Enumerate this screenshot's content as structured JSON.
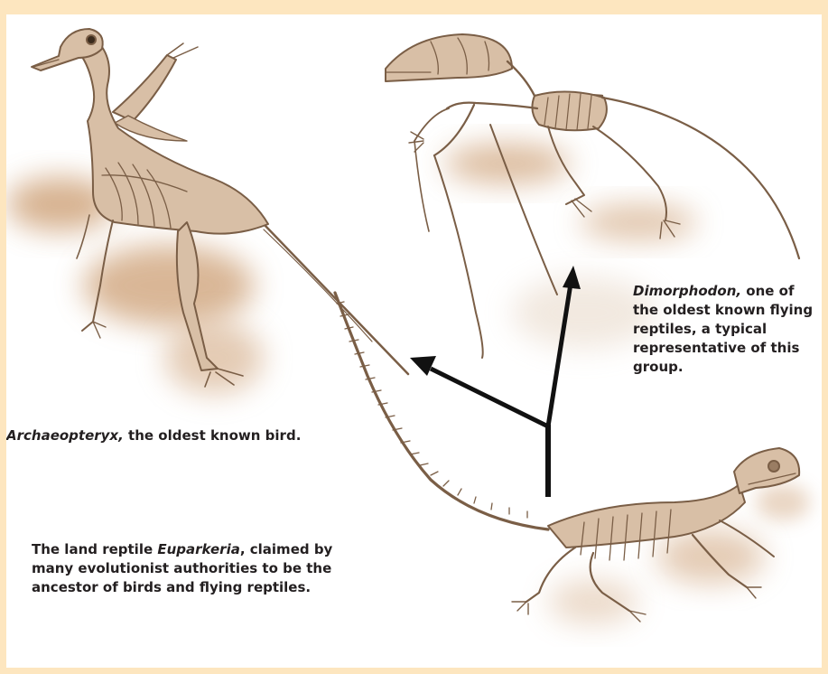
{
  "colors": {
    "border": "#fde6bf",
    "fossil_fill": "#d8bfa6",
    "fossil_line": "#7a5e46",
    "shadow": "#c9986a",
    "arrow": "#111111",
    "text": "#231f20"
  },
  "figures": [
    {
      "id": "archaeopteryx",
      "icon": "archaeopteryx-skeleton"
    },
    {
      "id": "dimorphodon",
      "icon": "dimorphodon-skeleton"
    },
    {
      "id": "euparkeria",
      "icon": "euparkeria-skeleton"
    }
  ],
  "captions": {
    "archaeopteryx": {
      "name": "Archaeopteryx,",
      "rest": " the oldest known bird."
    },
    "dimorphodon": {
      "name": "Dimorphodon,",
      "rest": " one of the oldest known flying reptiles, a typical representative of this group."
    },
    "euparkeria": {
      "before": "The land reptile ",
      "name": "Euparkeria",
      "rest": ", claimed by many evolutionist authorities to be the ancestor of birds and flying reptiles."
    }
  }
}
